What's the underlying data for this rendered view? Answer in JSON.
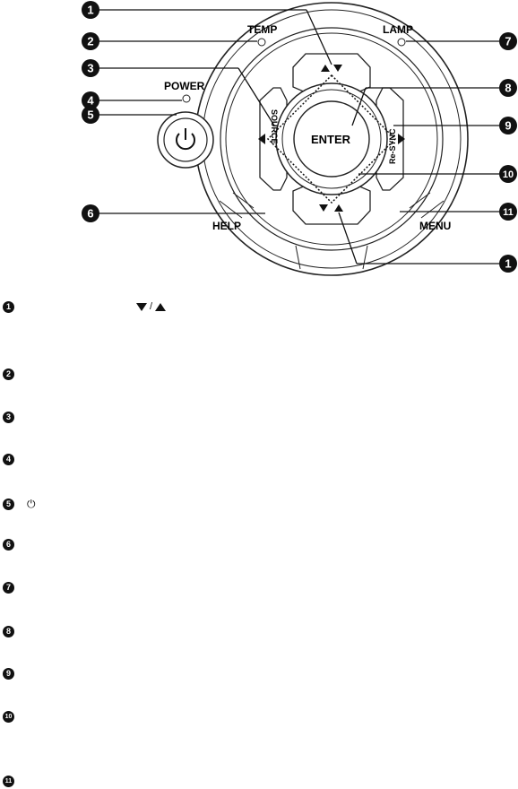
{
  "labels": {
    "temp": "TEMP",
    "lamp": "LAMP",
    "power": "POWER",
    "enter": "ENTER",
    "source": "SOURCE",
    "resync": "Re-SYNC",
    "help": "HELP",
    "menu": "MENU"
  },
  "callouts": [
    "1",
    "2",
    "3",
    "4",
    "5",
    "6",
    "7",
    "8",
    "9",
    "10",
    "11",
    "1"
  ],
  "legend": {
    "items": [
      "1",
      "2",
      "3",
      "4",
      "5",
      "6",
      "7",
      "8",
      "9",
      "10",
      "11"
    ],
    "item1_slash": "/",
    "power_symbol": "⏻"
  }
}
